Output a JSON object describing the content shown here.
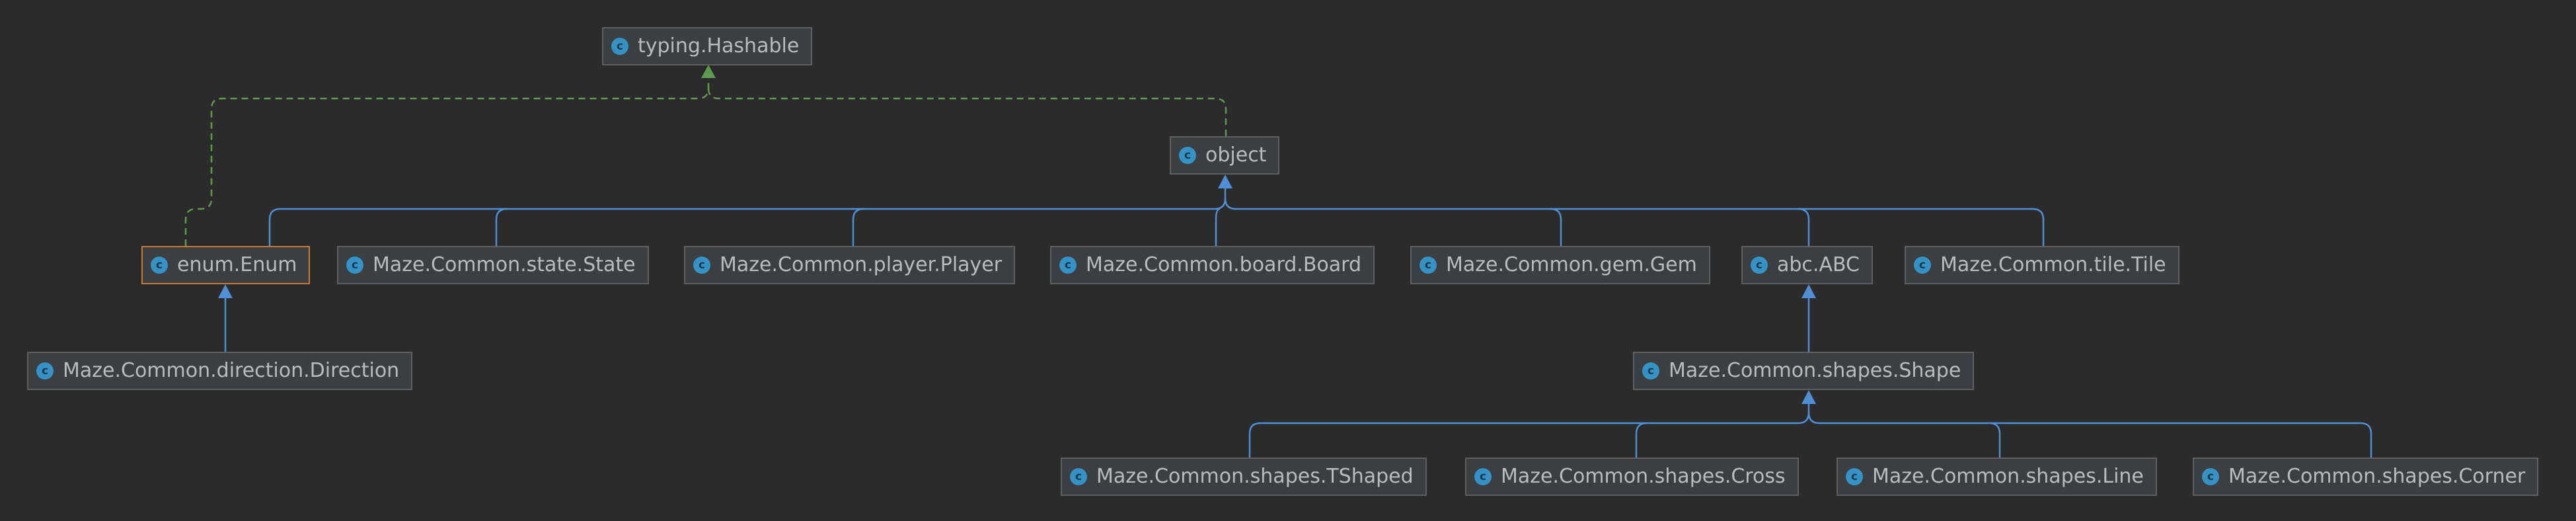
{
  "diagram": {
    "icon_glyph": "c",
    "colors": {
      "background": "#2b2b2b",
      "node_fill": "#3c3f41",
      "node_border": "#5e6060",
      "selected_border": "#cc7832",
      "icon": "#3592c4",
      "label": "#bbbbbb",
      "inherit_edge": "#4e8fd6",
      "implements_edge": "#5e9a50"
    },
    "nodes": {
      "hashable": {
        "label": "typing.Hashable",
        "icon": "class-icon"
      },
      "object": {
        "label": "object",
        "icon": "class-icon"
      },
      "enum": {
        "label": "enum.Enum",
        "icon": "class-icon",
        "selected": true
      },
      "state": {
        "label": "Maze.Common.state.State",
        "icon": "class-icon"
      },
      "player": {
        "label": "Maze.Common.player.Player",
        "icon": "class-icon"
      },
      "board": {
        "label": "Maze.Common.board.Board",
        "icon": "class-icon"
      },
      "gem": {
        "label": "Maze.Common.gem.Gem",
        "icon": "class-icon"
      },
      "abc": {
        "label": "abc.ABC",
        "icon": "class-icon"
      },
      "tile": {
        "label": "Maze.Common.tile.Tile",
        "icon": "class-icon"
      },
      "direction": {
        "label": "Maze.Common.direction.Direction",
        "icon": "class-icon"
      },
      "shape": {
        "label": "Maze.Common.shapes.Shape",
        "icon": "class-icon"
      },
      "tshaped": {
        "label": "Maze.Common.shapes.TShaped",
        "icon": "class-icon"
      },
      "cross": {
        "label": "Maze.Common.shapes.Cross",
        "icon": "class-icon"
      },
      "line": {
        "label": "Maze.Common.shapes.Line",
        "icon": "class-icon"
      },
      "corner": {
        "label": "Maze.Common.shapes.Corner",
        "icon": "class-icon"
      }
    },
    "relations": [
      {
        "from": "object",
        "to": "hashable",
        "kind": "implements"
      },
      {
        "from": "enum",
        "to": "hashable",
        "kind": "implements"
      },
      {
        "from": "enum",
        "to": "object",
        "kind": "extends"
      },
      {
        "from": "state",
        "to": "object",
        "kind": "extends"
      },
      {
        "from": "player",
        "to": "object",
        "kind": "extends"
      },
      {
        "from": "board",
        "to": "object",
        "kind": "extends"
      },
      {
        "from": "gem",
        "to": "object",
        "kind": "extends"
      },
      {
        "from": "abc",
        "to": "object",
        "kind": "extends"
      },
      {
        "from": "tile",
        "to": "object",
        "kind": "extends"
      },
      {
        "from": "direction",
        "to": "enum",
        "kind": "extends"
      },
      {
        "from": "shape",
        "to": "abc",
        "kind": "extends"
      },
      {
        "from": "tshaped",
        "to": "shape",
        "kind": "extends"
      },
      {
        "from": "cross",
        "to": "shape",
        "kind": "extends"
      },
      {
        "from": "line",
        "to": "shape",
        "kind": "extends"
      },
      {
        "from": "corner",
        "to": "shape",
        "kind": "extends"
      }
    ]
  }
}
